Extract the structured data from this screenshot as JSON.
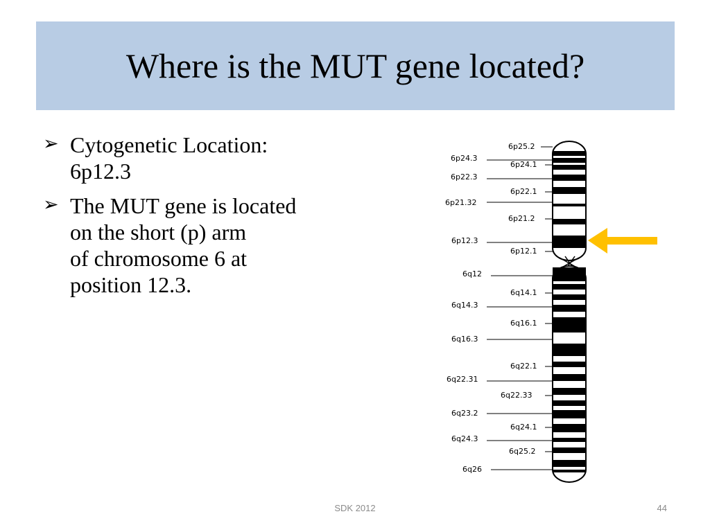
{
  "slide": {
    "title": "Where is the MUT gene located?",
    "title_bar_color": "#b8cce4",
    "bullet_marker": "➢",
    "bullets": [
      {
        "lines": [
          "Cytogenetic Location:",
          "6p12.3"
        ]
      },
      {
        "lines": [
          "The MUT gene is located",
          "on the short (p) arm",
          "of chromosome 6 at",
          "position 12.3."
        ]
      }
    ],
    "footer": {
      "center": "SDK 2012",
      "page": "44"
    }
  },
  "ideogram": {
    "chromosome": "6",
    "highlight_band": "6p12.3",
    "arrow_color": "#ffc000",
    "labels_left": [
      "6p24.3",
      "6p22.3",
      "6p21.32",
      "6p12.3",
      "6q12",
      "6q14.3",
      "6q16.3",
      "6q22.31",
      "6q23.2",
      "6q24.3",
      "6q26"
    ],
    "labels_right": [
      "6p25.2",
      "6p24.1",
      "6p22.1",
      "6p21.2",
      "6p12.1",
      "6q14.1",
      "6q16.1",
      "6q22.1",
      "6q22.33",
      "6q24.1",
      "6q25.2"
    ]
  }
}
